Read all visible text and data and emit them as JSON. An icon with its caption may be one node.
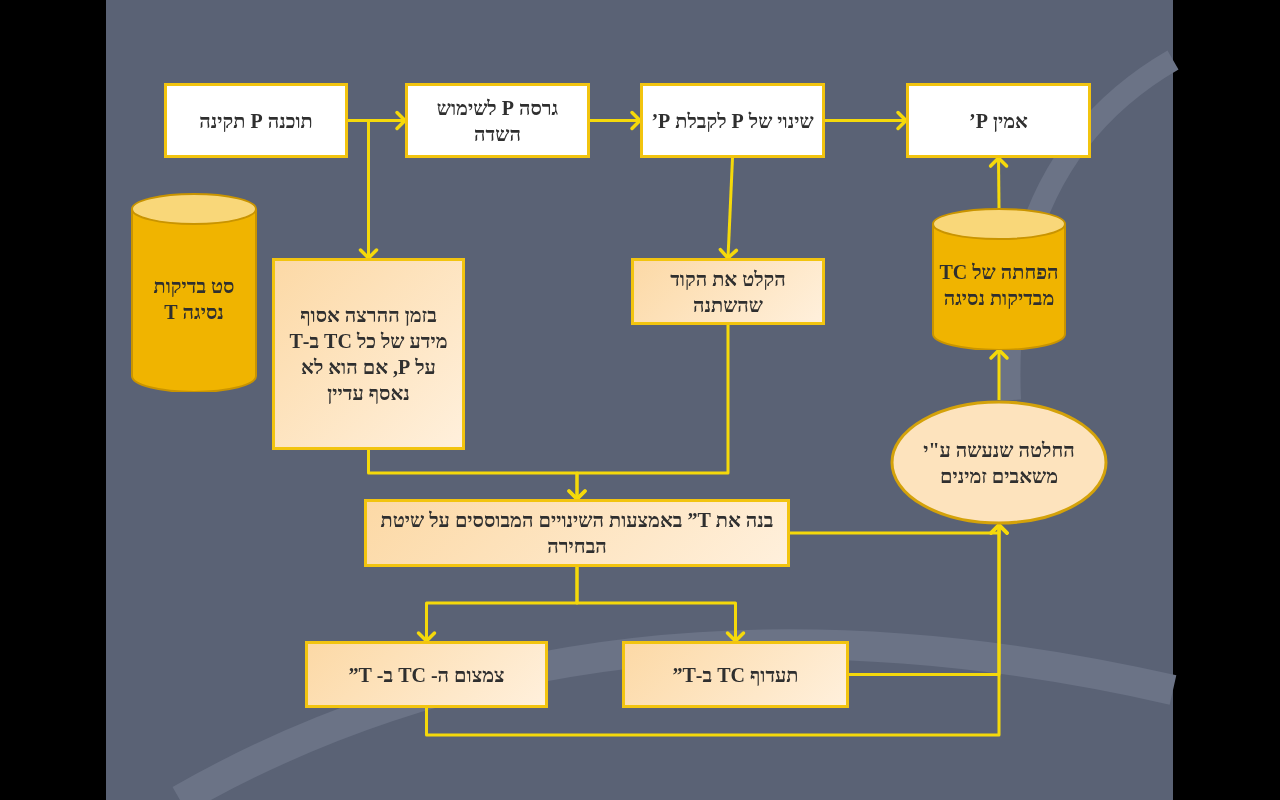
{
  "diagram": {
    "nodes": [
      {
        "text": [
          "תוכנה P תקינה"
        ]
      },
      {
        "text": [
          "גרסה P לשימוש השדה"
        ]
      },
      {
        "text": [
          "שינוי של P לקבלת P’"
        ]
      },
      {
        "text": [
          "אמין P’"
        ]
      },
      {
        "text": [
          "סט בדיקות נסיגה T"
        ]
      },
      {
        "text": [
          "בזמן ההרצה אסוף מידע של כל TC ב-T על P, אם הוא לא נאסף עדיין"
        ]
      },
      {
        "text": [
          "הקלט את הקוד שהשתנה"
        ]
      },
      {
        "text": [
          "הפחתה של TC מבדיקות נסיגה"
        ]
      },
      {
        "text": [
          "החלטה שנעשה ע\"י משאבים זמינים"
        ]
      },
      {
        "text": [
          "בנה את T” באמצעות השינויים המבוססים על שיטת הבחירה"
        ]
      },
      {
        "text": [
          "צמצום ה- TC ב- T”"
        ]
      },
      {
        "text": [
          "תעדוף TC ב-T”"
        ]
      }
    ],
    "edges": [
      {
        "from": 0,
        "to": 1,
        "arrow": "to"
      },
      {
        "from": 1,
        "to": 2,
        "arrow": "to"
      },
      {
        "from": 2,
        "to": 3,
        "arrow": "to"
      },
      {
        "from": 0,
        "to": 5,
        "arrow": "to"
      },
      {
        "from": 2,
        "to": 6,
        "arrow": "to"
      },
      {
        "from": 5,
        "to": 9,
        "arrow": "to"
      },
      {
        "from": 6,
        "to": 9,
        "arrow": "to"
      },
      {
        "from": 9,
        "to": 10,
        "arrow": "to"
      },
      {
        "from": 9,
        "to": 11,
        "arrow": "to"
      },
      {
        "from": 9,
        "to": 8,
        "arrow": "to"
      },
      {
        "from": 11,
        "to": 8,
        "arrow": "to"
      },
      {
        "from": 10,
        "to": 8,
        "arrow": "to"
      },
      {
        "from": 8,
        "to": 7,
        "arrow": "to"
      },
      {
        "from": 7,
        "to": 3,
        "arrow": "to"
      }
    ]
  }
}
